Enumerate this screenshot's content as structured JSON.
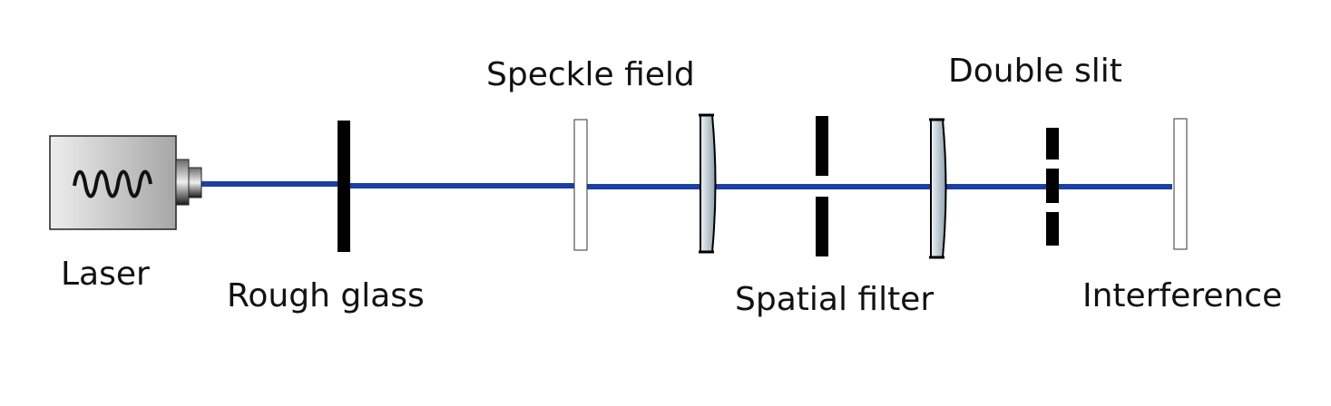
{
  "labels": {
    "laser": "Laser",
    "rough_glass": "Rough glass",
    "speckle_field": "Speckle field",
    "spatial_filter": "Spatial filter",
    "double_slit": "Double slit",
    "interference": "Interference"
  },
  "colors": {
    "beam": "#1a3fa6",
    "opaque": "#000000",
    "laser_body_light": "#e6e6e6",
    "laser_body_dark": "#a8a8a8",
    "lens_light": "#e4ecf0",
    "lens_dark": "#9fb1bb"
  },
  "icons": {
    "laser_symbol": "sine-wave-icon"
  }
}
